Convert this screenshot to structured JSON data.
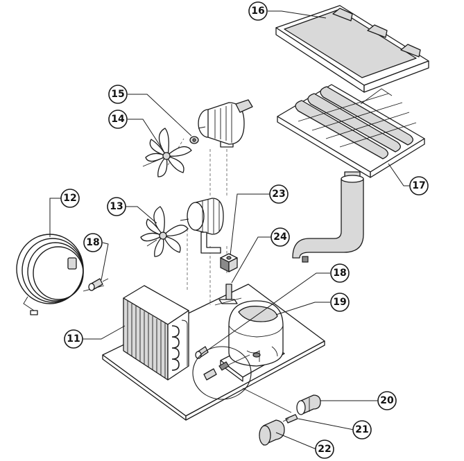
{
  "callouts": {
    "c11": "11",
    "c12": "12",
    "c13": "13",
    "c14": "14",
    "c15": "15",
    "c16": "16",
    "c17": "17",
    "c18a": "18",
    "c18b": "18",
    "c19": "19",
    "c20": "20",
    "c21": "21",
    "c22": "22",
    "c23": "23",
    "c24": "24"
  }
}
